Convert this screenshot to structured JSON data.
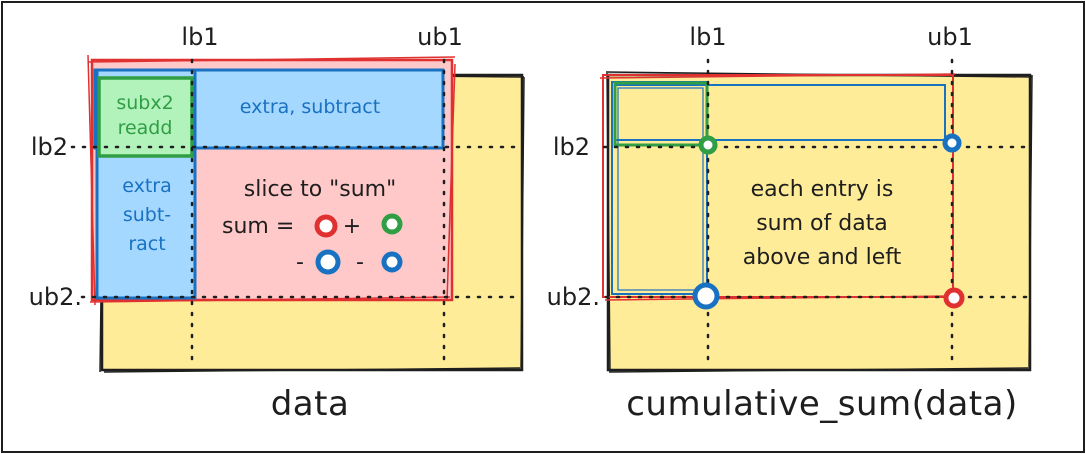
{
  "colors": {
    "yellow": "#ffec99",
    "pink": "#ffc9c9",
    "blue": "#a5d8ff",
    "green": "#b2f2bb",
    "stroke_dark": "#1e1e1e",
    "stroke_red": "#e03131",
    "stroke_blue": "#1971c2",
    "stroke_green": "#2f9e44"
  },
  "left": {
    "lb1": "lb1",
    "ub1": "ub1",
    "lb2": "lb2",
    "ub2": "ub2.",
    "subx2_line1": "subx2",
    "subx2_line2": "readd",
    "top_strip": "extra, subtract",
    "side_line1": "extra",
    "side_line2": "subt-",
    "side_line3": "ract",
    "slice_text": "slice to \"sum\"",
    "sum_eq": "sum =",
    "plus": "+",
    "minus1": "-",
    "minus2": "-",
    "caption": "data"
  },
  "right": {
    "lb1": "lb1",
    "ub1": "ub1",
    "lb2": "lb2",
    "ub2": "ub2.",
    "text_line1": "each entry is",
    "text_line2": "sum of data",
    "text_line3": "above and left",
    "caption": "cumulative_sum(data)"
  }
}
